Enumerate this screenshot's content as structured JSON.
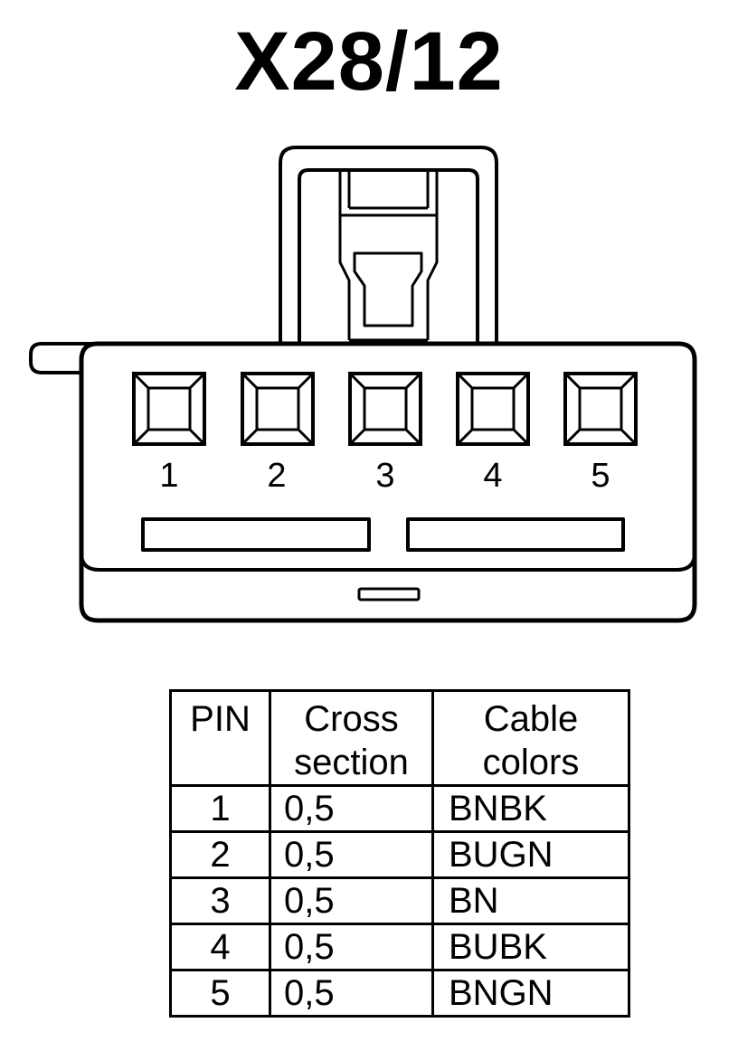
{
  "title": "X28/12",
  "connector": {
    "pin_labels": [
      "1",
      "2",
      "3",
      "4",
      "5"
    ]
  },
  "table": {
    "headers": {
      "pin": "PIN",
      "cross_section": [
        "Cross",
        "section"
      ],
      "cable_colors": [
        "Cable",
        "colors"
      ]
    },
    "rows": [
      {
        "pin": "1",
        "cross_section": "0,5",
        "color": "BNBK"
      },
      {
        "pin": "2",
        "cross_section": "0,5",
        "color": "BUGN"
      },
      {
        "pin": "3",
        "cross_section": "0,5",
        "color": "BN"
      },
      {
        "pin": "4",
        "cross_section": "0,5",
        "color": "BUBK"
      },
      {
        "pin": "5",
        "cross_section": "0,5",
        "color": "BNGN"
      }
    ]
  }
}
